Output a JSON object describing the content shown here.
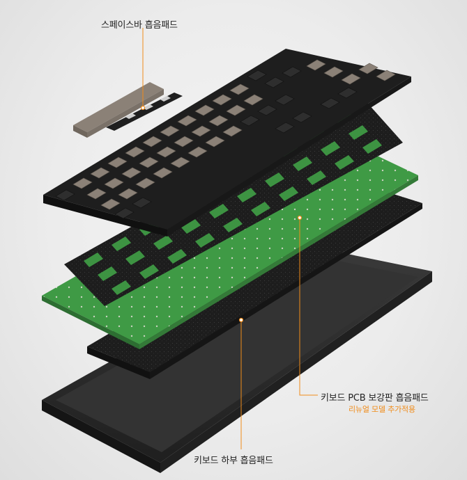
{
  "labels": {
    "spacebar_pad": "스페이스바 흡음패드",
    "pcb_pad": "키보드 PCB 보강판 흡음패드",
    "renewal_note": "리뉴얼 모델 추가적용",
    "bottom_pad": "키보드 하부 흡음패드"
  },
  "colors": {
    "accent": "#f08c1a",
    "pcb_green": "#3f9a45",
    "case_dark": "#2a2a2a",
    "foam_dark": "#1c1c1c",
    "keycap_beige": "#8b8177",
    "keycap_dark": "#2e2e2e"
  }
}
